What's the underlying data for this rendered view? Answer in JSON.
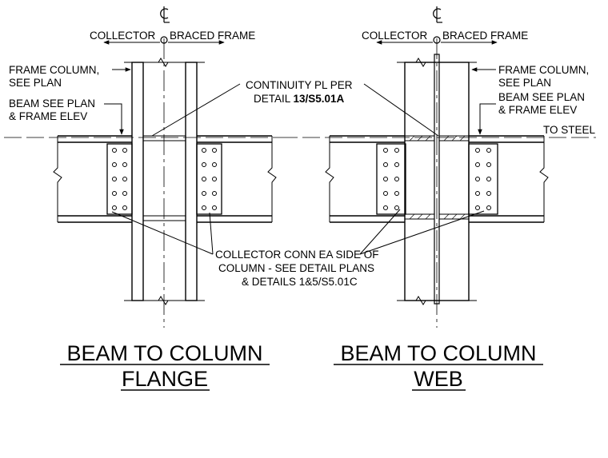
{
  "left_detail": {
    "centerline_symbol": "CL",
    "collector_label": "COLLECTOR",
    "braced_frame_label": "BRACED FRAME",
    "frame_column_note": [
      "FRAME COLUMN,",
      "SEE PLAN"
    ],
    "beam_note": [
      "BEAM SEE PLAN",
      "& FRAME ELEV"
    ],
    "title": [
      "BEAM TO COLUMN",
      "FLANGE"
    ]
  },
  "right_detail": {
    "centerline_symbol": "CL",
    "collector_label": "COLLECTOR",
    "braced_frame_label": "BRACED FRAME",
    "frame_column_note": [
      "FRAME COLUMN,",
      "SEE PLAN"
    ],
    "beam_note": [
      "BEAM SEE PLAN",
      "& FRAME ELEV"
    ],
    "to_steel_note": "TO STEEL",
    "title": [
      "BEAM TO COLUMN",
      "WEB"
    ]
  },
  "shared_notes": {
    "continuity_plate": {
      "line1": "CONTINUITY PL PER",
      "line2_prefix": "DETAIL ",
      "line2_ref": "13/S5.01A"
    },
    "collector_conn": [
      "COLLECTOR CONN EA SIDE OF",
      "COLUMN - SEE DETAIL PLANS",
      "& DETAILS 1&5/S5.01C"
    ]
  }
}
